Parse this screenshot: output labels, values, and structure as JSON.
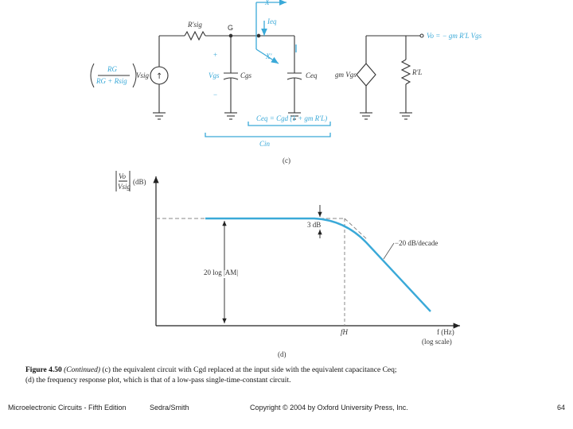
{
  "circuit_c": {
    "labels": {
      "r_sig": "R'sig",
      "gate": "G",
      "x_top": "X",
      "i_eq": "Ieq",
      "x_prime": "X'",
      "plus": "+",
      "minus": "−",
      "v_gs": "Vgs",
      "c_gs": "Cgs",
      "c_eq": "Ceq",
      "source_fraction_num": "RG",
      "source_fraction_den": "RG + Rsig",
      "v_sig": "Vsig",
      "ceq_equation": "Ceq = Cgd (1 + gm R'L)",
      "c_in": "Cin",
      "gm_vgs": "gm Vgs",
      "r_l": "R'L",
      "v_o": "Vo = − gm R'L Vgs",
      "subfigure": "(c)"
    }
  },
  "plot_d": {
    "ylabel_num": "Vo",
    "ylabel_den": "Vsig",
    "ylabel_unit": "(dB)",
    "level_label": "20 log |AM|",
    "three_db": "3 dB",
    "slope_label": "−20 dB/decade",
    "fh": "fH",
    "x_label": "f (Hz)",
    "x_scale": "(log scale)",
    "subfigure": "(d)",
    "accent": "#3aa9d8"
  },
  "caption": {
    "number": "Figure 4.50",
    "continued": "(Continued)",
    "line1": "(c) the equivalent circuit with Cgd replaced at the input side with the equivalent capacitance Ceq;",
    "line2": "(d) the frequency response plot, which is that of a low-pass single-time-constant circuit."
  },
  "footer": {
    "book": "Microelectronic Circuits - Fifth Edition",
    "authors": "Sedra/Smith",
    "copyright": "Copyright © 2004 by Oxford University Press, Inc.",
    "page": "64"
  }
}
